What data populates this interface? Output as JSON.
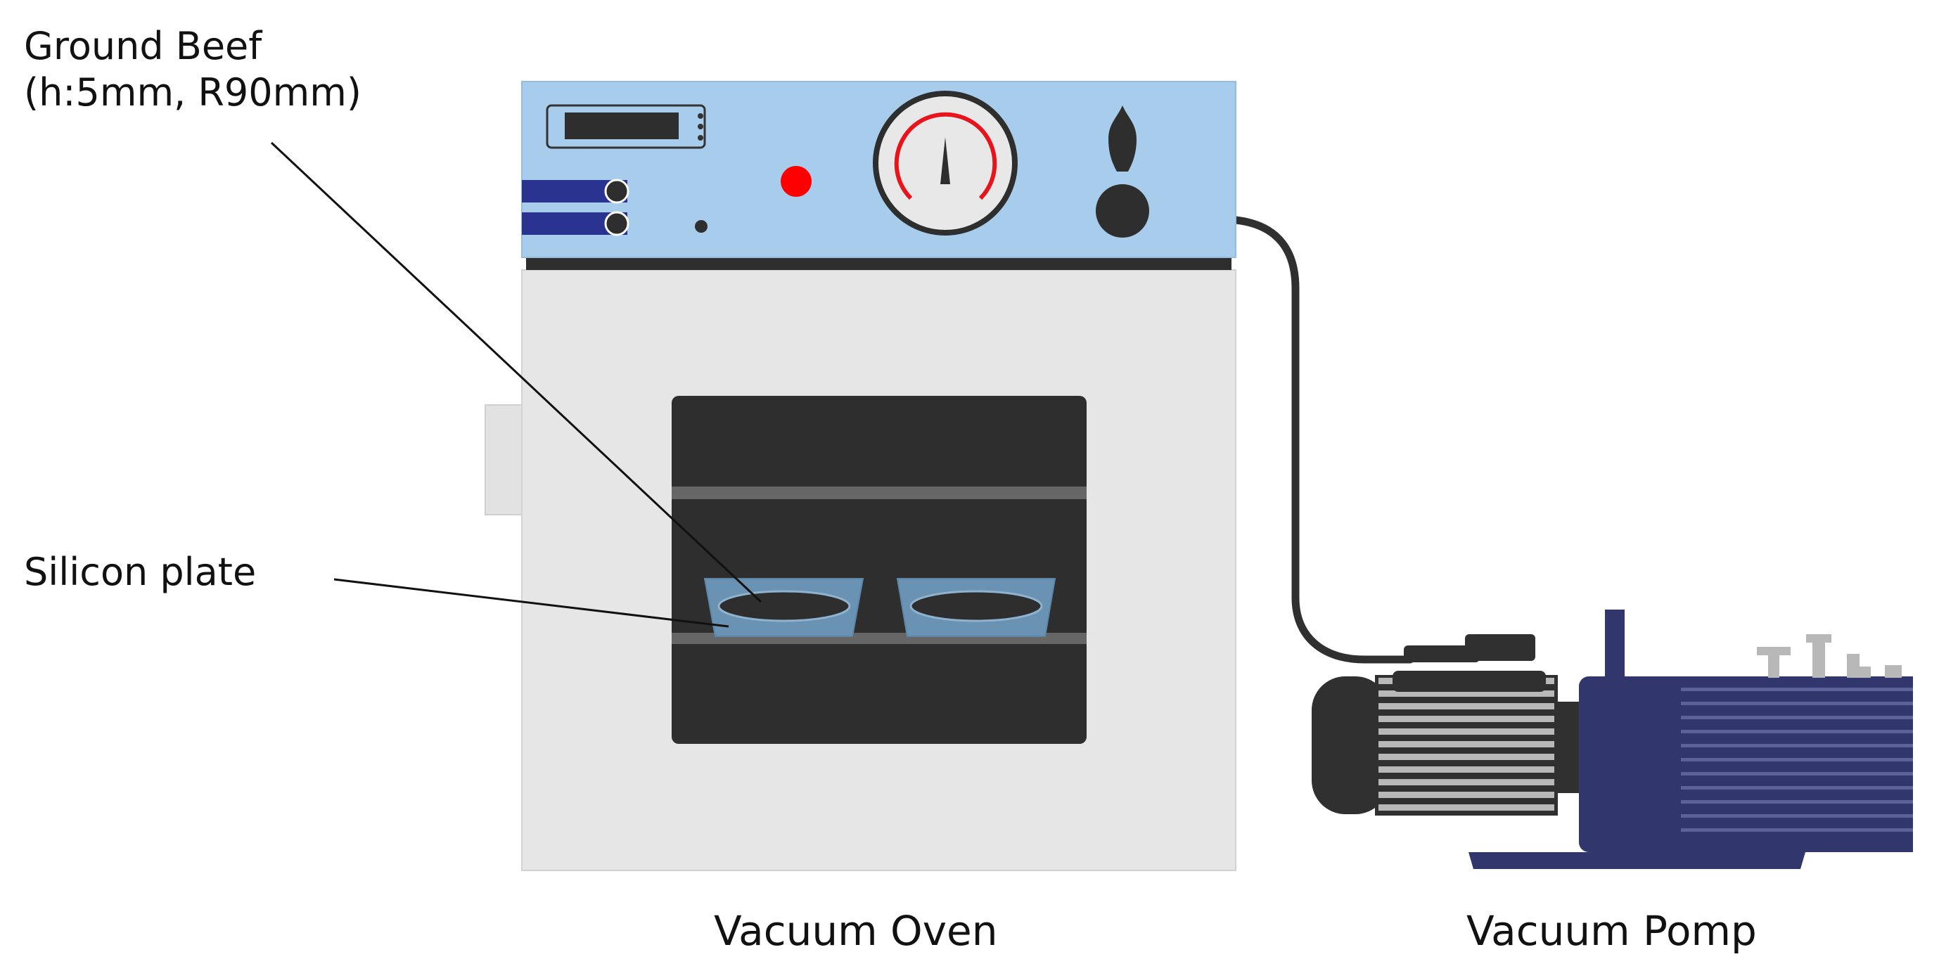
{
  "labels": {
    "ground_beef_line1": "Ground Beef",
    "ground_beef_line2": "(h:5mm, R90mm)",
    "silicon_plate": "Silicon plate",
    "vacuum_oven": "Vacuum Oven",
    "vacuum_pump": "Vacuum Pomp"
  },
  "colors": {
    "oven_body": "#e6e6e6",
    "oven_panel": "#a8cdec",
    "oven_window": "#2e2e2e",
    "shelf": "#666666",
    "silicon_plate": "#6a93b3",
    "indicator_red": "#ff0000",
    "gauge_arc": "#e8141c",
    "panel_stripe": "#2a3390",
    "pump_blue": "#31366d",
    "pump_motor_dark": "#303030",
    "pump_fins": "#b8b8b8",
    "hose": "#303030"
  },
  "icons": {
    "gauge": "pressure-gauge-icon",
    "knob": "valve-knob-icon",
    "display": "digital-display-icon"
  }
}
